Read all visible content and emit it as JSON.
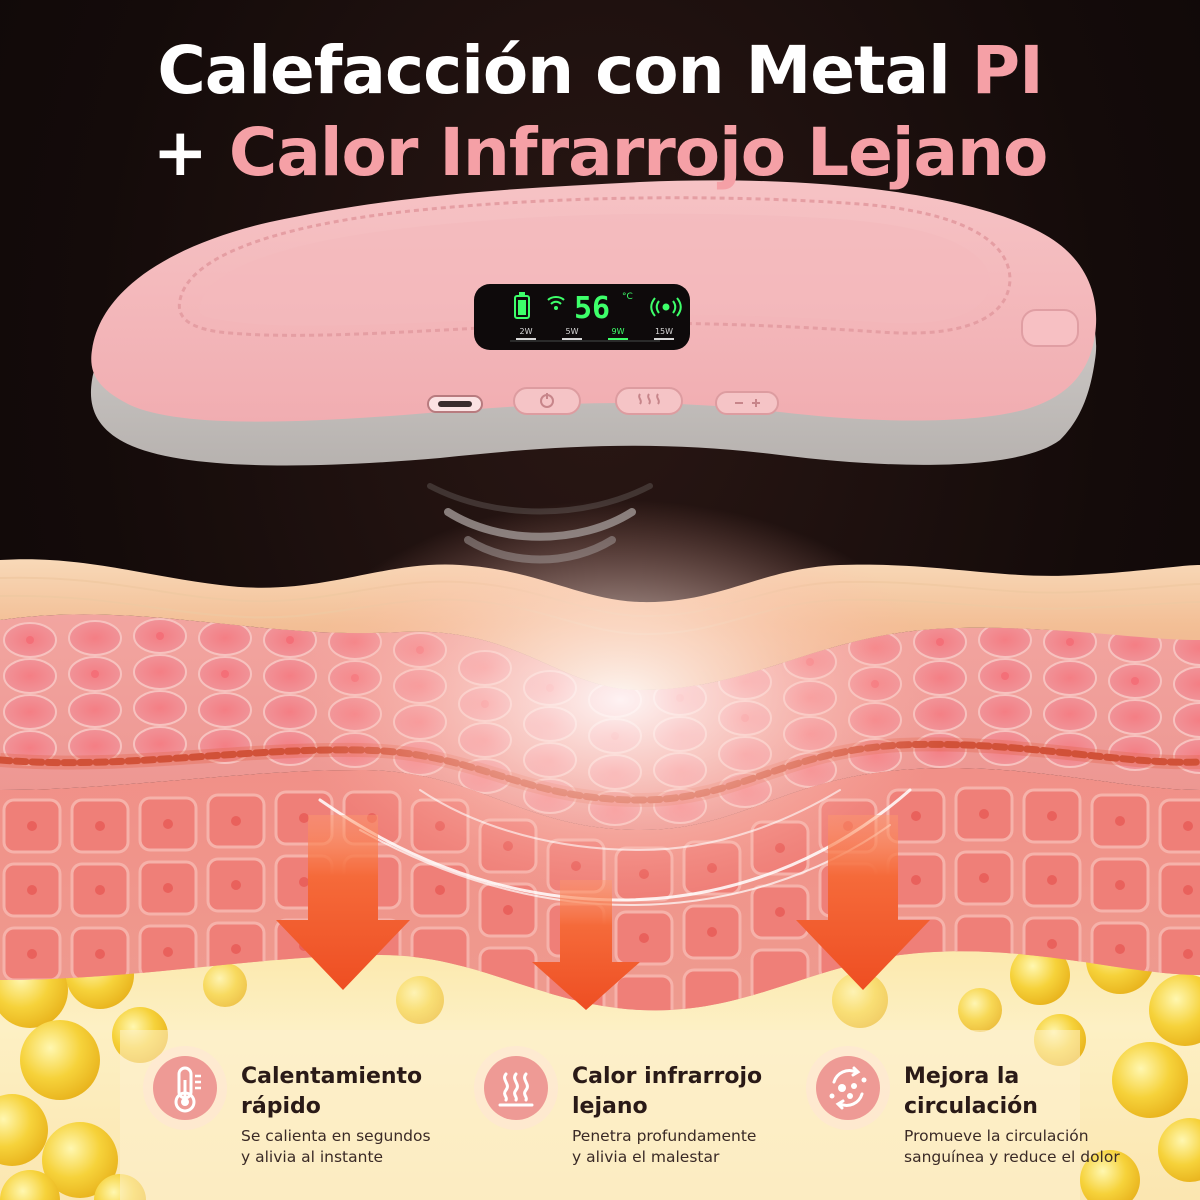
{
  "headline": {
    "line1_part1": "Calefacción con Metal ",
    "line1_part2": "PI",
    "line2_part1": "+ ",
    "line2_part2": "Calor Infrarrojo Lejano"
  },
  "device": {
    "display_temperature": "56",
    "display_unit": "°C",
    "power_levels": [
      "2W",
      "5W",
      "9W",
      "15W"
    ],
    "active_level": "9W"
  },
  "features": [
    {
      "icon": "thermometer-icon",
      "title_line1": "Calentamiento",
      "title_line2": "rápido",
      "desc_line1": "Se calienta en segundos",
      "desc_line2": "y alivia al instante"
    },
    {
      "icon": "heat-waves-icon",
      "title_line1": "Calor infrarrojo",
      "title_line2": "lejano",
      "desc_line1": "Penetra profundamente",
      "desc_line2": "y alivia el malestar"
    },
    {
      "icon": "circulation-icon",
      "title_line1": "Mejora la",
      "title_line2": "circulación",
      "desc_line1": "Promueve la circulación",
      "desc_line2": "sanguínea y reduce el dolor"
    }
  ],
  "colors": {
    "accent_pink": "#f5a0a6",
    "device_pink": "#f3b6b9",
    "display_green": "#3dff6a",
    "arrow_orange": "#f05a2a",
    "fat_yellow": "#f6cf3a"
  }
}
